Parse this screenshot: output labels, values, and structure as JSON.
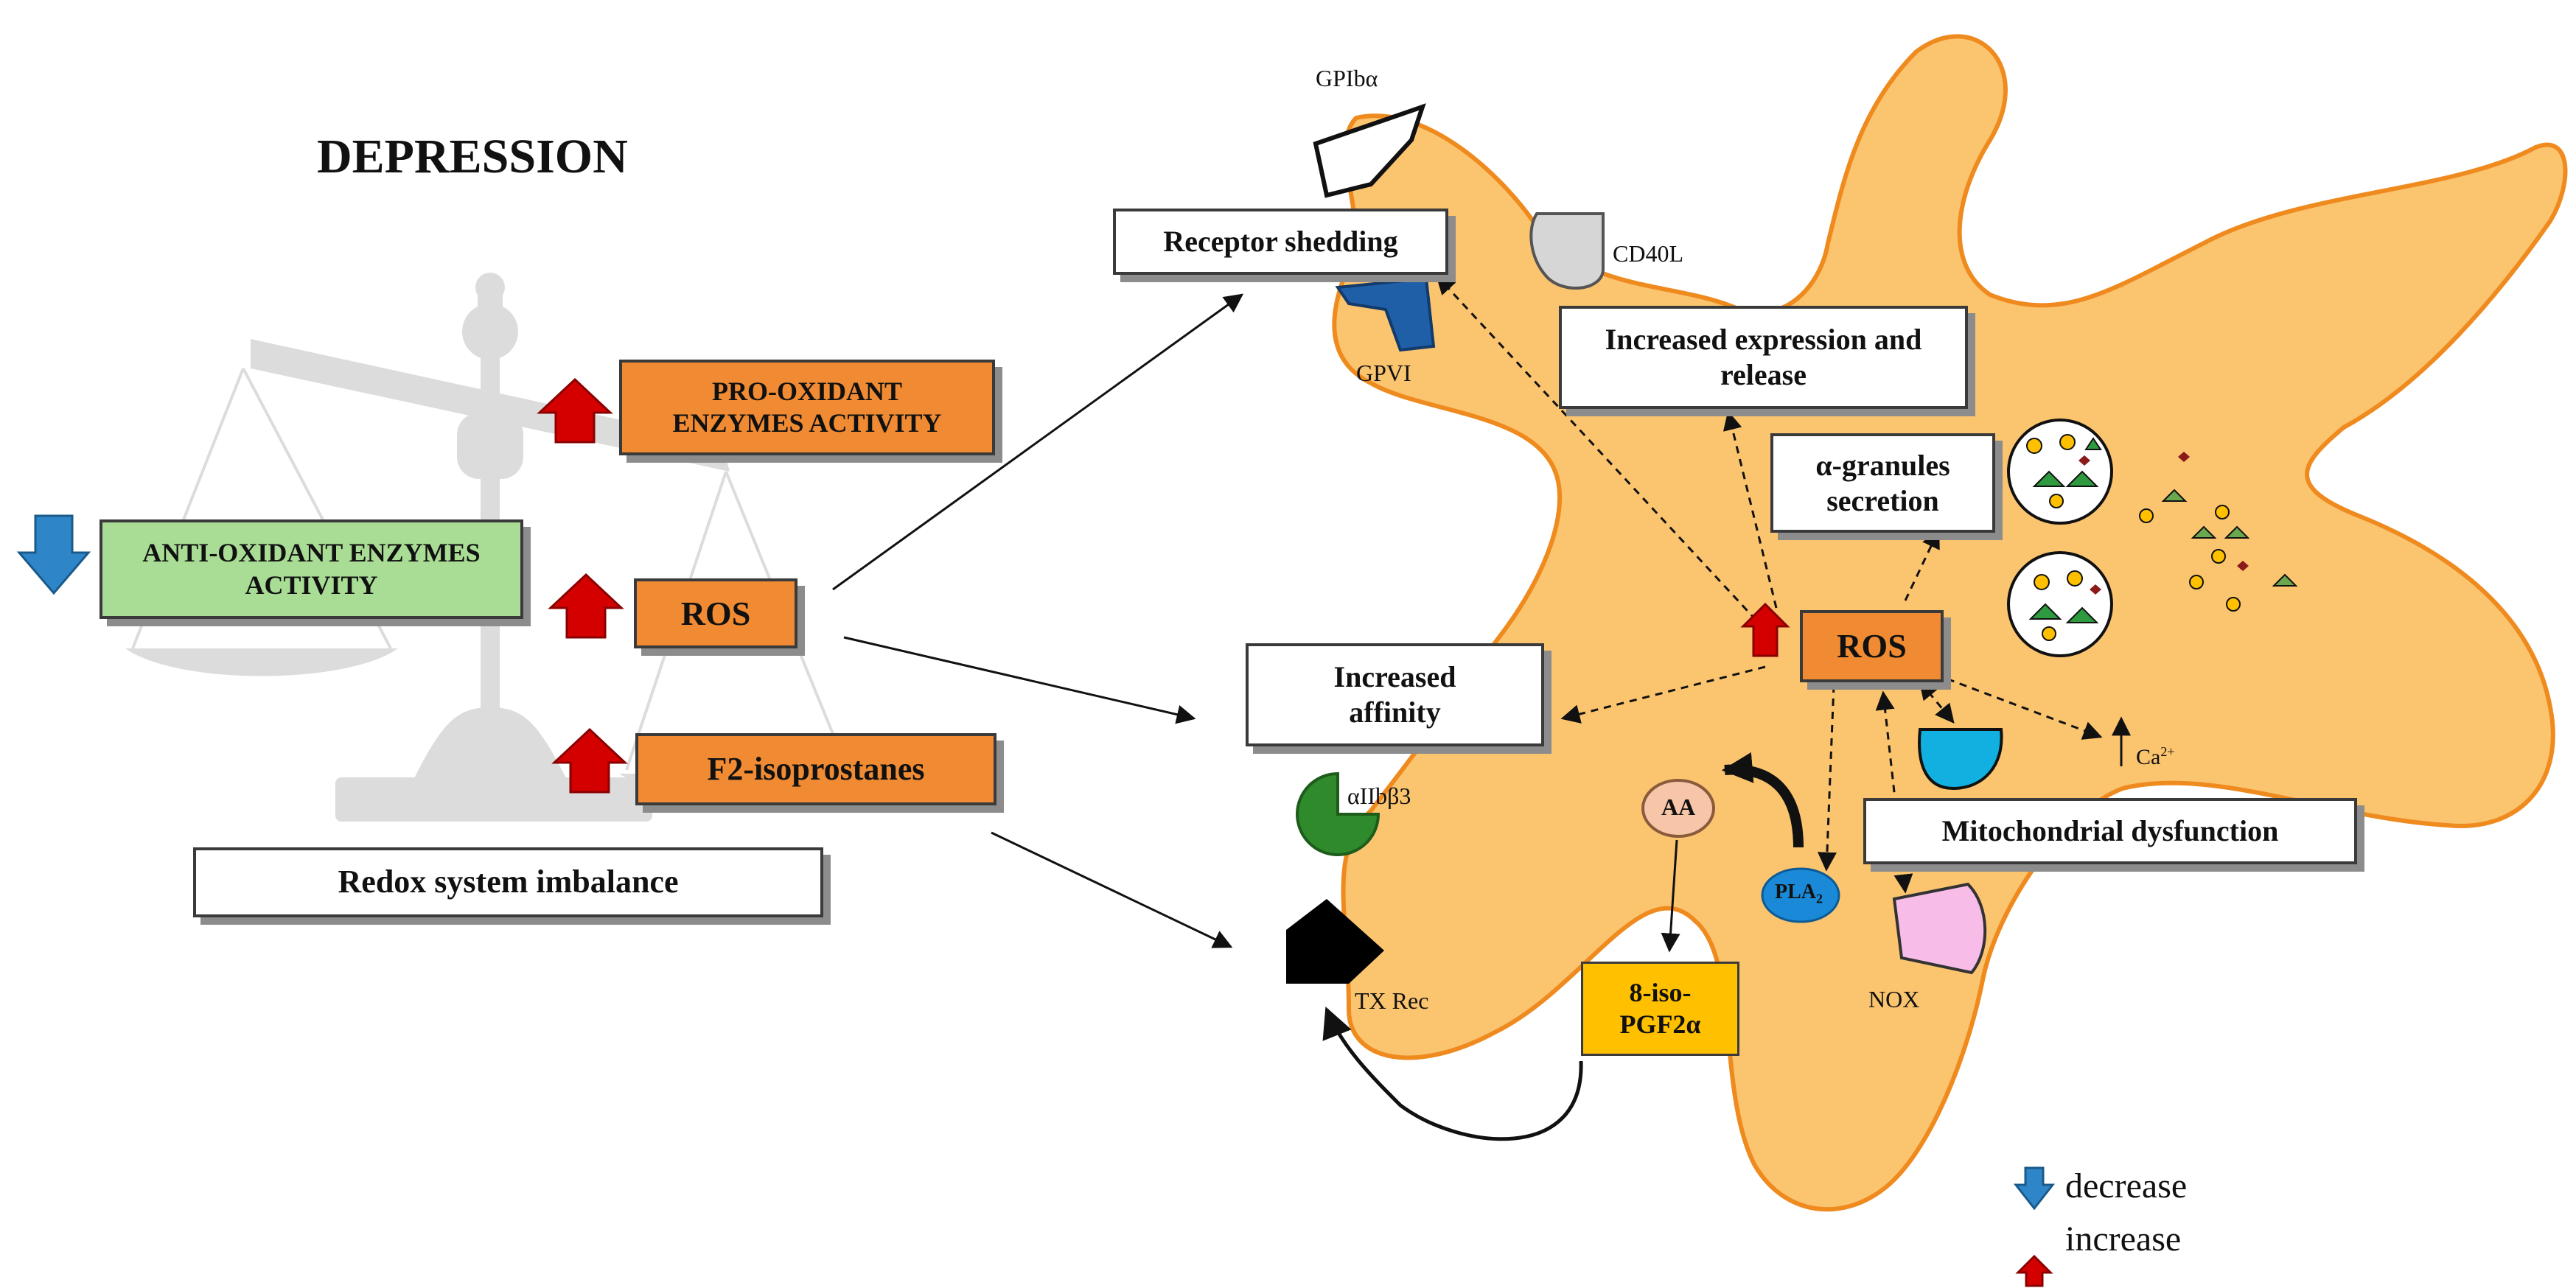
{
  "title": "DEPRESSION",
  "left": {
    "pro_oxidant": "PRO-OXIDANT ENZYMES ACTIVITY",
    "anti_oxidant": "ANTI-OXIDANT ENZYMES ACTIVITY",
    "ros": "ROS",
    "f2": "F2-isoprostanes",
    "redox": "Redox system imbalance"
  },
  "cell": {
    "receptor_shedding": "Receptor shedding",
    "increased_expression": "Increased expression and release",
    "alpha_granules": "α-granules secretion",
    "increased_affinity": "Increased affinity",
    "ros": "ROS",
    "mito": "Mitochondrial dysfunction",
    "aa": "AA",
    "pla2": "PLA",
    "pla2_sub": "2",
    "iso_pgf": "8-iso-PGF2α"
  },
  "receptors": {
    "gpib": "GPIbα",
    "cd40l": "CD40L",
    "gpvi": "GPVI",
    "aiib": "αIIbβ3",
    "tx": "TX Rec",
    "nox": "NOX",
    "ca": "Ca",
    "ca_sup": "2+"
  },
  "legend": {
    "decrease": "decrease",
    "increase": "increase"
  },
  "colors": {
    "cell_fill": "#fbc46f",
    "cell_stroke": "#ef8a1e",
    "orange_box": "#f08a33",
    "green_box": "#a9dc95",
    "up_arrow": "#d40000",
    "down_arrow": "#2e86c9"
  }
}
